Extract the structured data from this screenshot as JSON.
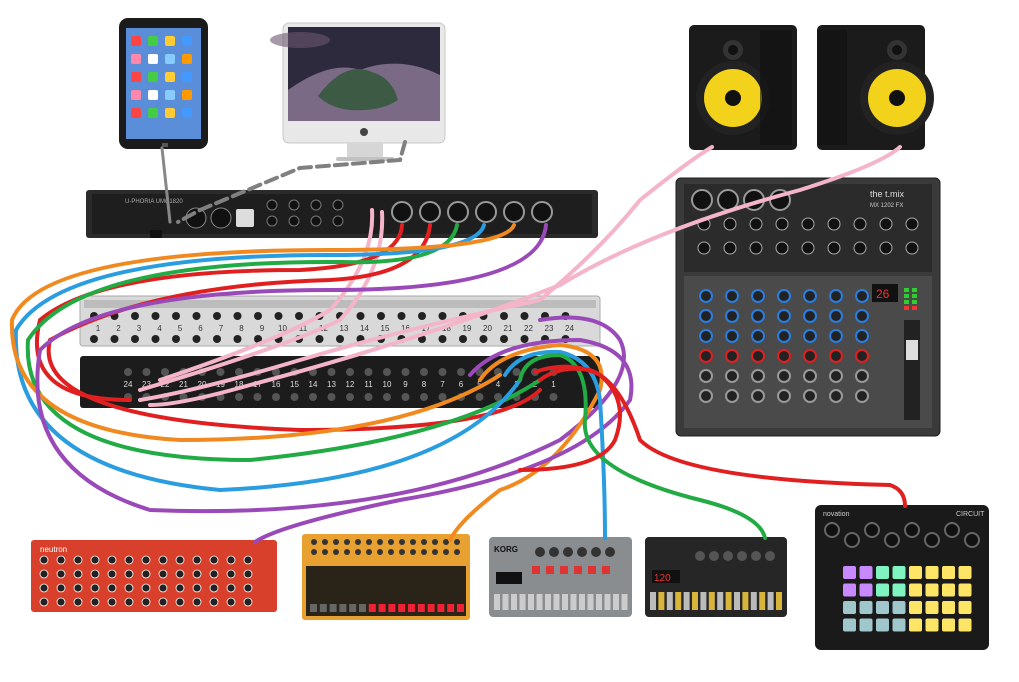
{
  "devices": {
    "tablet": {
      "kind": "tablet"
    },
    "computer": {
      "kind": "desktop-computer"
    },
    "speakers": [
      {
        "side": "left"
      },
      {
        "side": "right"
      }
    ],
    "audio_interface": {
      "brand_text": "U-PHORIA UMC1820"
    },
    "patchbay": {
      "top_row_labels": [
        "1",
        "2",
        "3",
        "4",
        "5",
        "6",
        "7",
        "8",
        "9",
        "10",
        "11",
        "12",
        "13",
        "14",
        "15",
        "16",
        "17",
        "18",
        "19",
        "20",
        "21",
        "22",
        "23",
        "24"
      ],
      "bottom_row_labels": [
        "24",
        "23",
        "22",
        "21",
        "20",
        "19",
        "18",
        "17",
        "16",
        "15",
        "14",
        "13",
        "12",
        "11",
        "10",
        "9",
        "8",
        "7",
        "6",
        "5",
        "4",
        "3",
        "2",
        "1"
      ]
    },
    "mixer": {
      "brand_text": "the t.mix",
      "model_text": "MX 1202 FX",
      "display_value": "26"
    },
    "synths": [
      {
        "kind": "red-analog-synth",
        "brand_text": "neutron"
      },
      {
        "kind": "orange-drum-machine"
      },
      {
        "kind": "grey-groovebox",
        "brand_text": "KORG"
      },
      {
        "kind": "black-groovebox",
        "display_value": "120"
      },
      {
        "kind": "grid-controller",
        "brand_text": "novation",
        "model_text": "CIRCUIT"
      }
    ]
  },
  "colors": {
    "cable_red": "#e02020",
    "cable_green": "#22aa44",
    "cable_blue": "#2a9de0",
    "cable_orange": "#f08a20",
    "cable_purple": "#9a4ab8",
    "cable_pink": "#f5b5c8",
    "cable_grey": "#808080",
    "speaker_cone": "#f2d21a",
    "device_black": "#1b1b1b",
    "neutron_red": "#d8402b",
    "drum_orange": "#e8a030"
  },
  "cables": [
    {
      "color": "cable_red"
    },
    {
      "color": "cable_red"
    },
    {
      "color": "cable_green"
    },
    {
      "color": "cable_blue"
    },
    {
      "color": "cable_orange"
    },
    {
      "color": "cable_purple"
    },
    {
      "color": "cable_pink"
    },
    {
      "color": "cable_pink"
    },
    {
      "color": "cable_grey"
    }
  ]
}
